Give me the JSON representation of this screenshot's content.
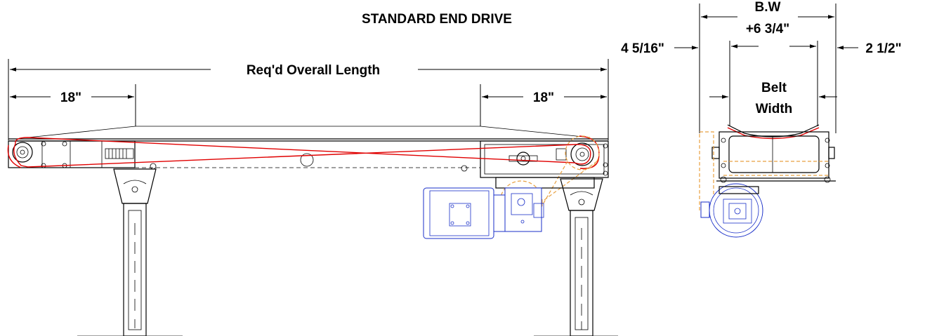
{
  "title": "STANDARD END DRIVE",
  "side_view": {
    "overall_length_label": "Req'd Overall Length",
    "left_end_dim": "18\"",
    "right_end_dim": "18\""
  },
  "end_view": {
    "bw_label_line1": "B.W",
    "bw_label_line2": "+6 3/4\"",
    "left_offset_dim": "4 5/16\"",
    "right_offset_dim": "2 1/2\"",
    "belt_width_line1": "Belt",
    "belt_width_line2": "Width"
  },
  "colors": {
    "line": "#000000",
    "belt": "#e00000",
    "guard": "#e8a040",
    "motor": "#1a2fc8"
  }
}
